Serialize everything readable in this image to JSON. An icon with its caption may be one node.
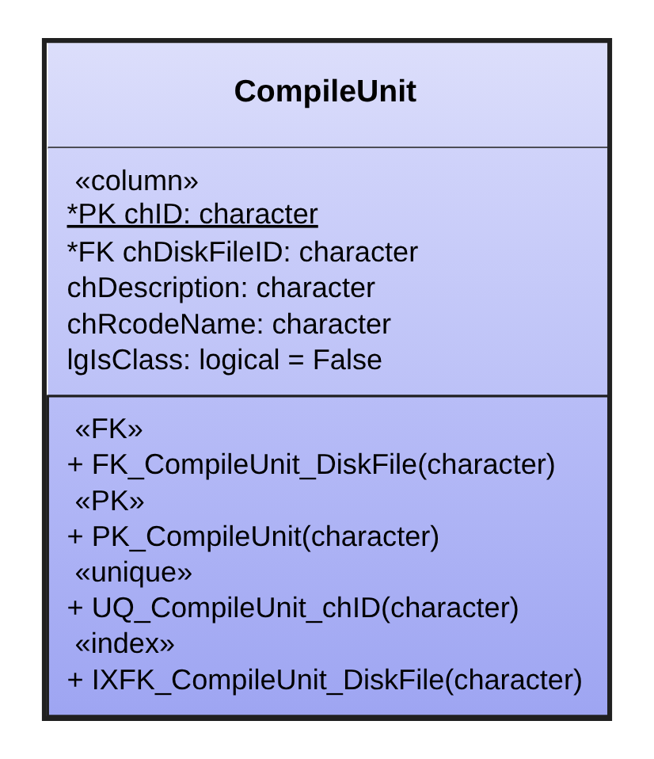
{
  "diagram": {
    "nodes": [
      {
        "text": [
          "CompileUnit",
          "«column»",
          "*PK chID: character",
          "*FK chDiskFileID: character",
          "chDescription: character",
          "chRcodeName: character",
          "lgIsClass: logical = False",
          "«FK»",
          "+ FK_CompileUnit_DiskFile(character)",
          "«PK»",
          "+ PK_CompileUnit(character)",
          "«unique»",
          "+ UQ_CompileUnit_chID(character)",
          "«index»",
          "+ IXFK_CompileUnit_DiskFile(character)"
        ]
      }
    ],
    "edges": []
  }
}
